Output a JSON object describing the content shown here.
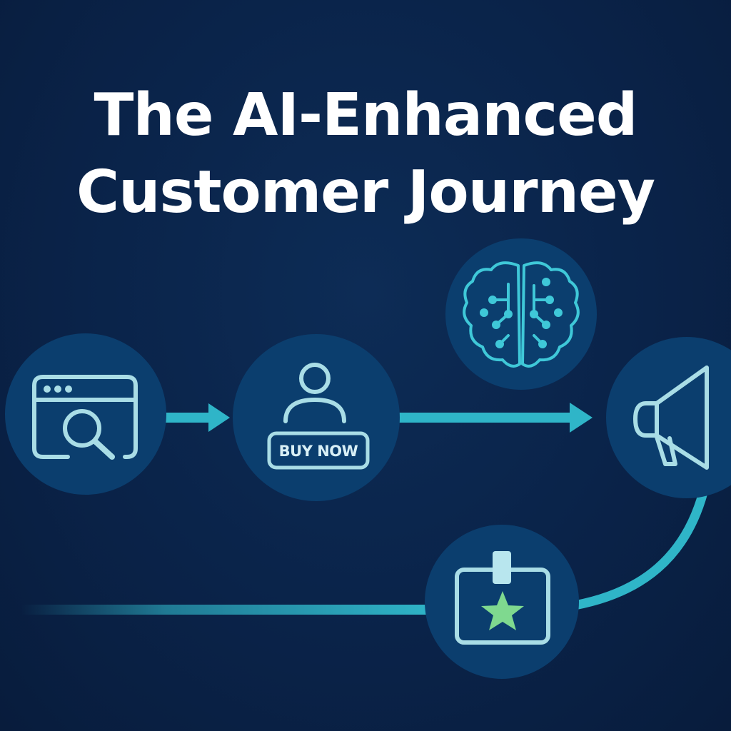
{
  "title": {
    "line1": "The AI-Enhanced",
    "line2": "Customer Journey"
  },
  "colors": {
    "background": "#0a2349",
    "circle": "#0b3e6e",
    "arrow": "#2fb5c8",
    "icon_stroke": "#a9dde6",
    "brain_stroke": "#3fc8d8",
    "star": "#7fd98f",
    "badge_clip": "#b8e6ee"
  },
  "steps": [
    {
      "name": "search-browser",
      "icon": "browser-search-icon"
    },
    {
      "name": "purchase",
      "icon": "user-icon",
      "button_label": "BUY NOW"
    },
    {
      "name": "ai-brain",
      "icon": "brain-circuit-icon"
    },
    {
      "name": "promotion",
      "icon": "megaphone-icon"
    },
    {
      "name": "review",
      "icon": "badge-star-icon"
    }
  ]
}
